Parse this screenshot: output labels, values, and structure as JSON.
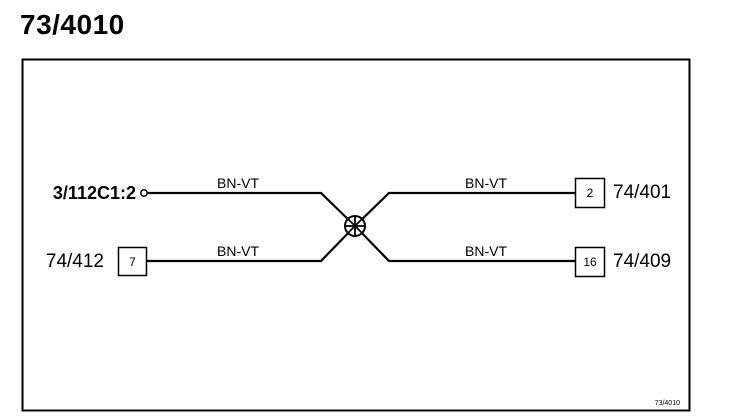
{
  "title": "73/4010",
  "diagram": {
    "left_connector": {
      "label": "3/112C1:2"
    },
    "left_bottom": {
      "label": "74/412",
      "pin": "7"
    },
    "right_top": {
      "label": "74/401",
      "pin": "2"
    },
    "right_bottom": {
      "label": "74/409",
      "pin": "16"
    },
    "wires": [
      {
        "color_code": "BN-VT"
      },
      {
        "color_code": "BN-VT"
      },
      {
        "color_code": "BN-VT"
      },
      {
        "color_code": "BN-VT"
      }
    ],
    "footer_ref": "73/4010"
  }
}
